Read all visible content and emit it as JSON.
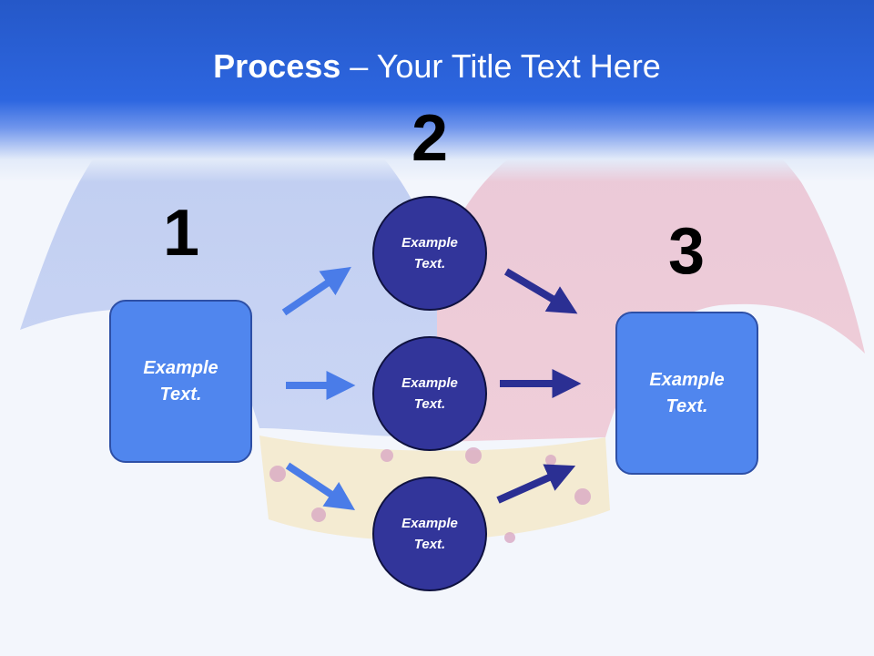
{
  "title": {
    "bold": "Process",
    "rest": " – Your Title Text Here"
  },
  "steps": {
    "one": "1",
    "two": "2",
    "three": "3"
  },
  "left_box": {
    "text": "Example Text."
  },
  "right_box": {
    "text": "Example Text."
  },
  "circles": [
    {
      "text": "Example Text."
    },
    {
      "text": "Example Text."
    },
    {
      "text": "Example Text."
    }
  ],
  "colors": {
    "header": "#2d66e0",
    "box": "#4f82ec",
    "circle": "#32359a",
    "arrow_light": "#4a7ce8",
    "arrow_dark": "#2b2f93"
  }
}
